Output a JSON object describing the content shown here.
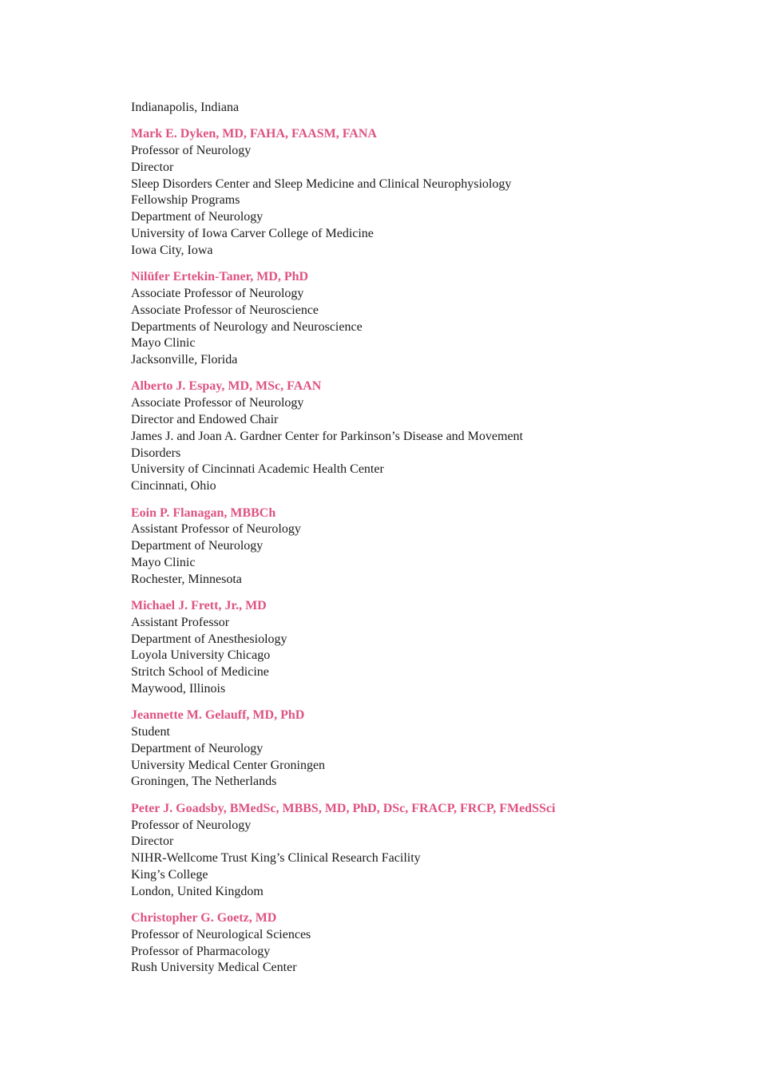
{
  "lead": "Indianapolis, Indiana",
  "entries": [
    {
      "name": "Mark E. Dyken, MD, FAHA, FAASM, FANA",
      "lines": [
        "Professor of Neurology",
        "Director",
        "Sleep Disorders Center and Sleep Medicine and Clinical Neurophysiology",
        "Fellowship Programs",
        "Department of Neurology",
        "University of Iowa Carver College of Medicine",
        "Iowa City, Iowa"
      ]
    },
    {
      "name": "Nilüfer Ertekin-Taner, MD, PhD",
      "lines": [
        "Associate Professor of Neurology",
        "Associate Professor of Neuroscience",
        "Departments of Neurology and Neuroscience",
        "Mayo Clinic",
        "Jacksonville, Florida"
      ]
    },
    {
      "name": "Alberto J. Espay, MD, MSc, FAAN",
      "lines": [
        "Associate Professor of Neurology",
        "Director and Endowed Chair",
        "James J. and Joan A. Gardner Center for Parkinson’s Disease and Movement",
        "Disorders",
        "University of Cincinnati Academic Health Center",
        "Cincinnati, Ohio"
      ]
    },
    {
      "name": "Eoin P. Flanagan, MBBCh",
      "lines": [
        "Assistant Professor of Neurology",
        "Department of Neurology",
        "Mayo Clinic",
        "Rochester, Minnesota"
      ]
    },
    {
      "name": "Michael J. Frett, Jr., MD",
      "lines": [
        "Assistant Professor",
        "Department of Anesthesiology",
        "Loyola University Chicago",
        "Stritch School of Medicine",
        "Maywood, Illinois"
      ]
    },
    {
      "name": "Jeannette M. Gelauff, MD, PhD",
      "lines": [
        "Student",
        "Department of Neurology",
        "University Medical Center Groningen",
        "Groningen, The Netherlands"
      ]
    },
    {
      "name": "Peter J. Goadsby, BMedSc, MBBS, MD, PhD, DSc, FRACP, FRCP, FMedSSci",
      "lines": [
        "Professor of Neurology",
        "Director",
        "NIHR-Wellcome Trust King’s Clinical Research Facility",
        "King’s College",
        "London, United Kingdom"
      ]
    },
    {
      "name": "Christopher G. Goetz, MD",
      "lines": [
        "Professor of Neurological Sciences",
        "Professor of Pharmacology",
        "Rush University Medical Center"
      ]
    }
  ]
}
